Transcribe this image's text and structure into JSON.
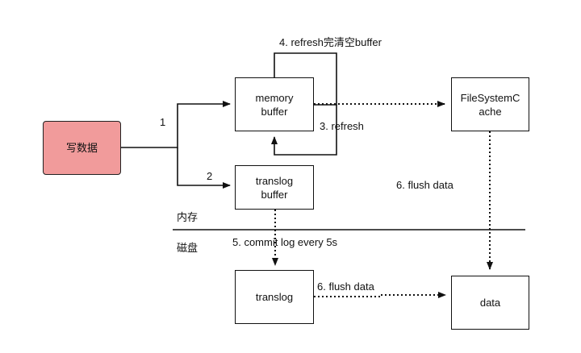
{
  "nodes": {
    "write_data": "写数据",
    "memory_buffer": "memory\nbuffer",
    "translog_buffer": "translog\nbuffer",
    "filesystem_cache": "FileSystemC\nache",
    "translog": "translog",
    "data": "data"
  },
  "edges": {
    "step1": "1",
    "step2": "2",
    "refresh_clear": "4. refresh完清空buffer",
    "refresh": "3. refresh",
    "flush_data_cache": "6. flush data",
    "commit_log": "5. commit log every 5s",
    "flush_data_translog": "6. flush data"
  },
  "regions": {
    "memory": "内存",
    "disk": "磁盘"
  },
  "colors": {
    "source_fill": "#f19b9b",
    "line": "#111111"
  }
}
